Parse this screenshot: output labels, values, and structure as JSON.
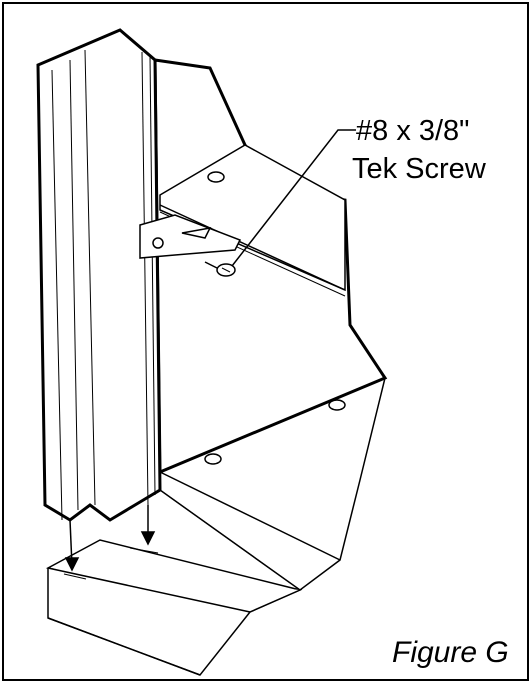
{
  "callout": {
    "line1": "#8 x 3/8\"",
    "line2": "Tek Screw"
  },
  "caption": "Figure G",
  "colors": {
    "ink": "#000000",
    "paper": "#ffffff",
    "panel_gray": "#f2f2f2"
  }
}
